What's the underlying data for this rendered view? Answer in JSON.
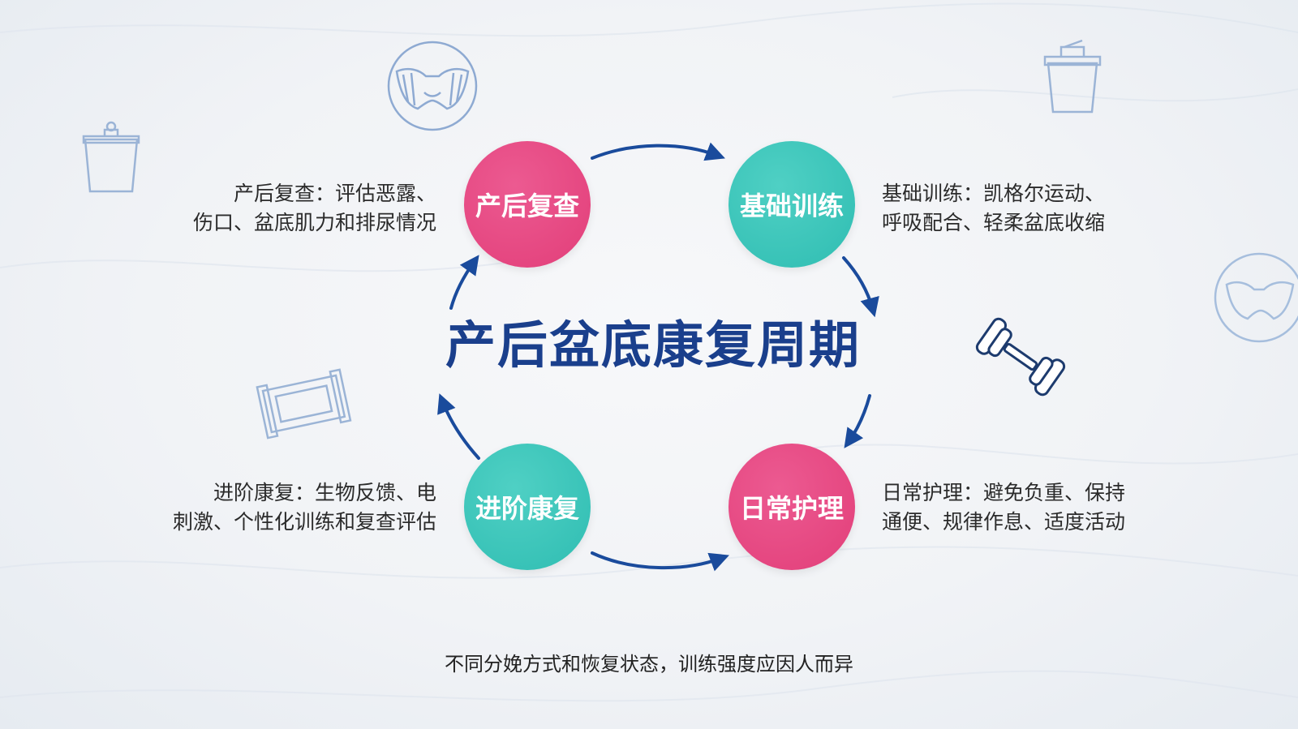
{
  "title": "产后盆底康复周期",
  "colors": {
    "pink": "#e23e79",
    "teal": "#2fbdb2",
    "arrow": "#1a4b9c",
    "title": "#1a3f8c",
    "icon": "#9bb4d6"
  },
  "nodes": [
    {
      "id": "postpartum-check",
      "label": "产后复查",
      "color": "pink"
    },
    {
      "id": "basic-training",
      "label": "基础训练",
      "color": "teal"
    },
    {
      "id": "daily-care",
      "label": "日常护理",
      "color": "pink"
    },
    {
      "id": "advanced-rehab",
      "label": "进阶康复",
      "color": "teal"
    }
  ],
  "descriptions": {
    "postpartum_check": [
      "产后复查：评估恶露、",
      "伤口、盆底肌力和排尿情况"
    ],
    "basic_training": [
      "基础训练：凯格尔运动、",
      "呼吸配合、轻柔盆底收缩"
    ],
    "daily_care": [
      "日常护理：避免负重、保持",
      "通便、规律作息、适度活动"
    ],
    "advanced_rehab": [
      "进阶康复：生物反馈、电",
      "刺激、个性化训练和复查评估"
    ]
  },
  "note": "不同分娩方式和恢复状态，训练强度应因人而异",
  "icons": [
    "pelvis-icon",
    "bucket-icon",
    "cup-icon",
    "pelvis-icon",
    "dumbbell-icon",
    "pelvic-belt-icon"
  ]
}
